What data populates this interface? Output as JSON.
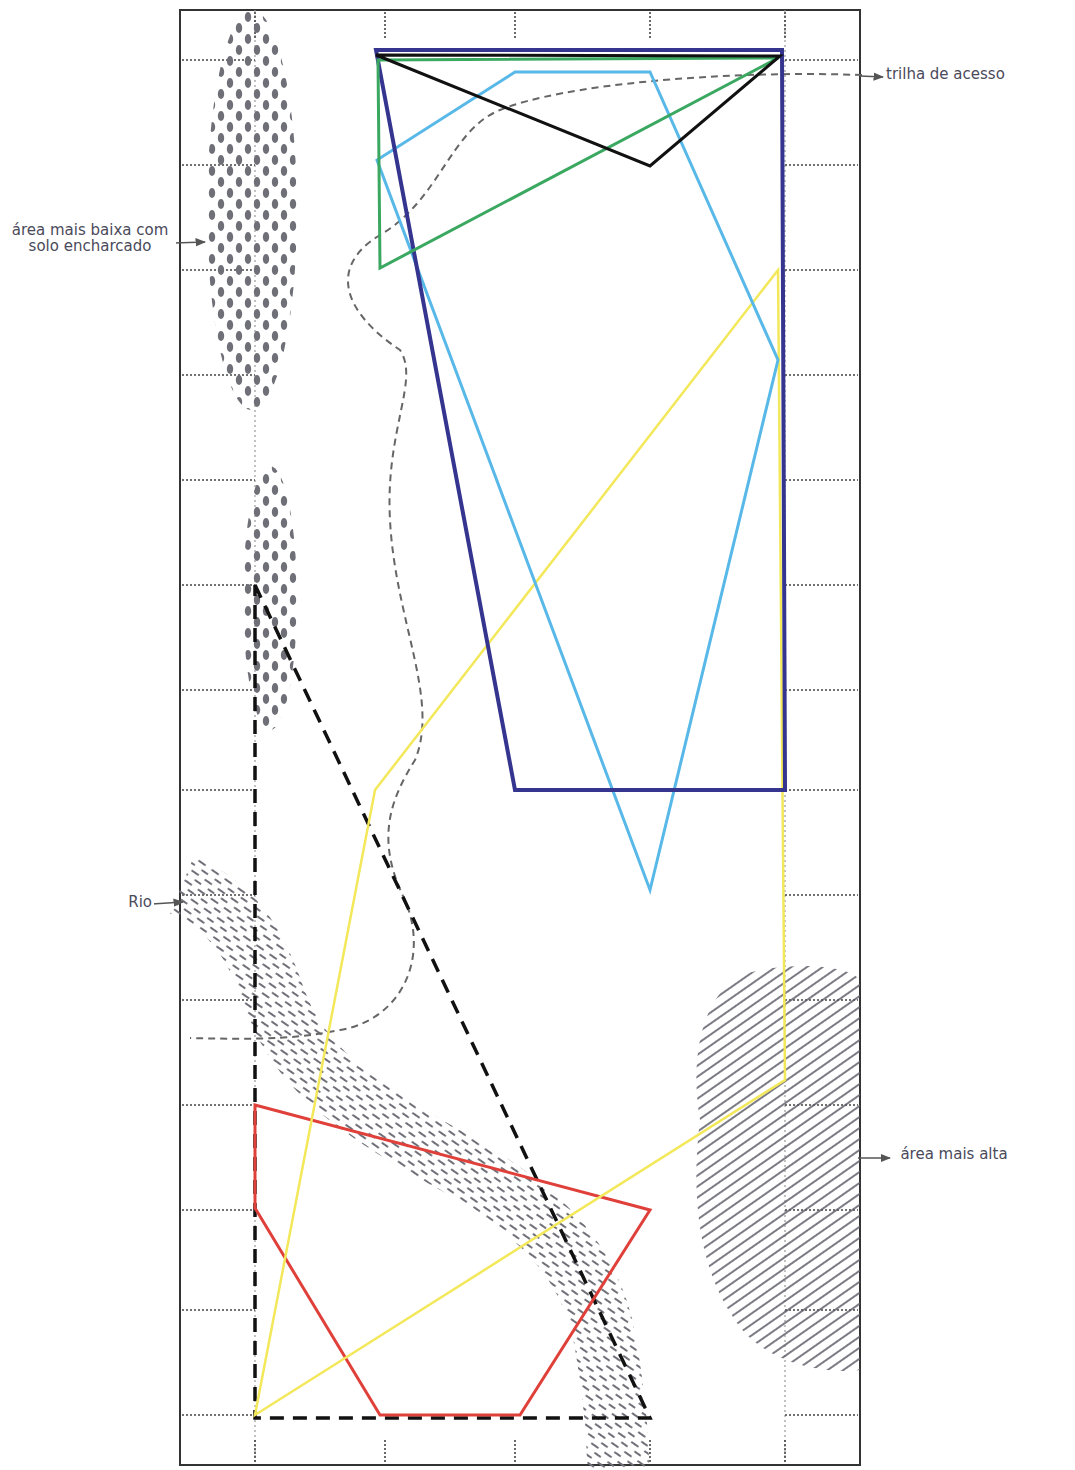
{
  "diagram": {
    "labels": [
      "trilha de acesso",
      "área mais baixa com solo encharcado",
      "Rio",
      "área mais alta"
    ]
  }
}
